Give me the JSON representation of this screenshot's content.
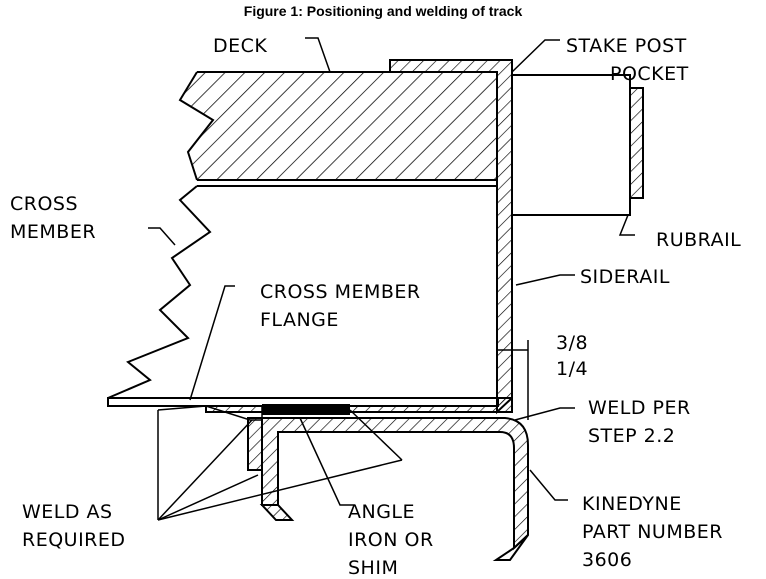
{
  "title": "Figure 1: Positioning and welding of track",
  "labels": {
    "deck": "DECK",
    "stake_post_1": "STAKE POST",
    "stake_post_2": "POCKET",
    "cross_1": "CROSS",
    "cross_2": "MEMBER",
    "rubrail": "RUBRAIL",
    "siderail": "SIDERAIL",
    "flange_1": "CROSS MEMBER",
    "flange_2": "FLANGE",
    "dim_1": "3/8",
    "dim_2": "1/4",
    "weld_per_1": "WELD PER",
    "weld_per_2": "STEP 2.2",
    "weld_as_1": "WELD AS",
    "weld_as_2": "REQUIRED",
    "angle_1": "ANGLE",
    "angle_2": "IRON OR",
    "angle_3": "SHIM",
    "kinedyne_1": "KINEDYNE",
    "kinedyne_2": "PART NUMBER",
    "kinedyne_3": "3606"
  }
}
